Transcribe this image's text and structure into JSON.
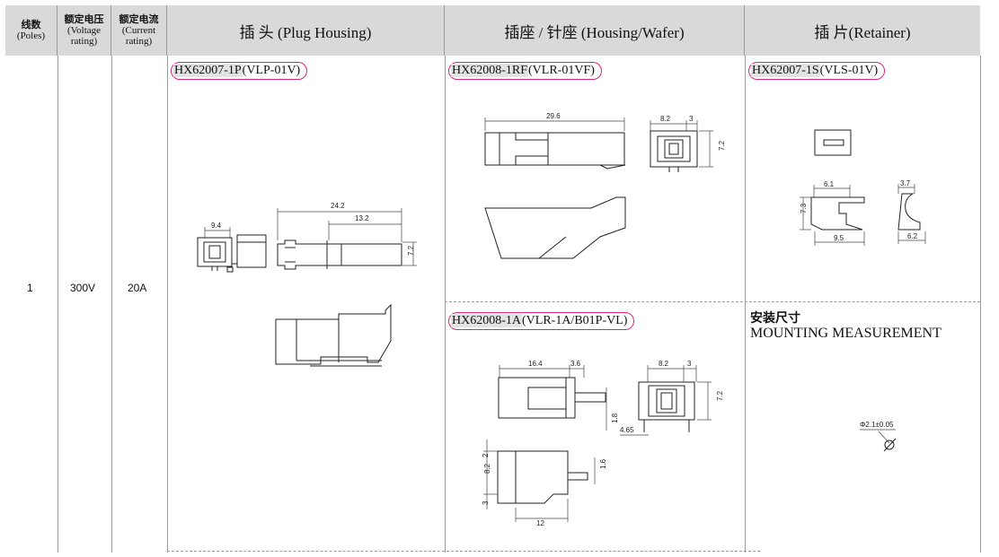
{
  "headers": {
    "poles": {
      "cn": "线数",
      "en": "(Poles)"
    },
    "voltage": {
      "cn": "额定电压",
      "en1": "(Voltage",
      "en2": "rating)"
    },
    "current": {
      "cn": "额定电流",
      "en1": "(Current",
      "en2": "rating)"
    },
    "plug": "插 头 (Plug Housing)",
    "housing": "插座 / 针座 (Housing/Wafer)",
    "retainer": "插 片(Retainer)"
  },
  "row": {
    "poles": "1",
    "voltage": "300V",
    "current": "20A"
  },
  "parts": {
    "plug": {
      "code": "HX62007-1P",
      "model": "(VLP-01V)"
    },
    "wafer_rf": {
      "code": "HX62008-1RF",
      "model": "(VLR-01VF)"
    },
    "retainer": {
      "code": "HX62007-1S",
      "model": "(VLS-01V)"
    },
    "wafer_a": {
      "code": "HX62008-1A",
      "model": "(VLR-1A/B01P-VL)"
    }
  },
  "mounting": {
    "title_cn": "安装尺寸",
    "title_en": "MOUNTING MEASUREMENT",
    "hole": "Φ2.1±0.05"
  },
  "dims": {
    "plug": {
      "d1": "9.4",
      "d2": "24.2",
      "d3": "13.2",
      "d4": "7.2"
    },
    "wafer_rf": {
      "d1": "29.6",
      "d2": "8.2",
      "d3": "3",
      "d4": "7.2"
    },
    "retainer": {
      "d1": "6.1",
      "d2": "3.7",
      "d3": "7.3",
      "d4": "9.5",
      "d5": "6.2"
    },
    "wafer_a": {
      "d1": "16.4",
      "d2": "3.6",
      "d3": "8.2",
      "d4": "3",
      "d5": "7.2",
      "d6": "1.8",
      "d7": "4.65",
      "d8": "2",
      "d9": "8.2",
      "d10": "3",
      "d11": "1.6",
      "d12": "12"
    }
  }
}
